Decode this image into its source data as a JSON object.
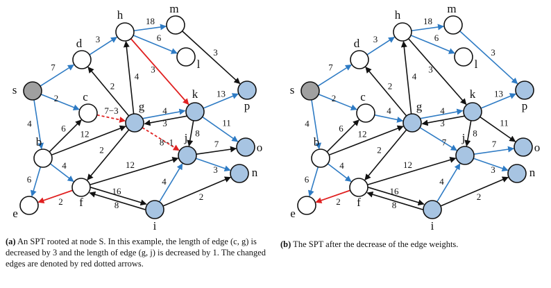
{
  "panel_a": {
    "caption_label": "(a)",
    "caption_text": " An SPT rooted at node S. In this example, the length of edge (c, g) is decreased by 3 and the length of edge (g, j) is decreased by 1. The changed edges are denoted by red dotted arrows."
  },
  "panel_b": {
    "caption_label": "(b)",
    "caption_text": " The SPT after the decrease of the edge weights."
  },
  "colors": {
    "blue_edge": "#2e7bc4",
    "black_edge": "#111111",
    "red_edge": "#e02020",
    "grey_node": "#a0a0a0",
    "blue_node": "#a7c4e2",
    "white_node": "#ffffff"
  },
  "nodes": {
    "s": "s",
    "d": "d",
    "h": "h",
    "m": "m",
    "l": "l",
    "c": "c",
    "g": "g",
    "k": "k",
    "p": "p",
    "b": "b",
    "j": "j",
    "o": "o",
    "f": "f",
    "e": "e",
    "i": "i",
    "n": "n"
  },
  "diagram_a": {
    "edges": [
      {
        "from": "s",
        "to": "d",
        "label": "7",
        "color": "blue",
        "style": "solid"
      },
      {
        "from": "s",
        "to": "c",
        "label": "2",
        "color": "blue",
        "style": "solid"
      },
      {
        "from": "s",
        "to": "b",
        "label": "4",
        "color": "blue",
        "style": "solid"
      },
      {
        "from": "d",
        "to": "h",
        "label": "3",
        "color": "blue",
        "style": "solid"
      },
      {
        "from": "h",
        "to": "m",
        "label": "18",
        "color": "blue",
        "style": "solid"
      },
      {
        "from": "h",
        "to": "l",
        "label": "6",
        "color": "blue",
        "style": "solid"
      },
      {
        "from": "h",
        "to": "k",
        "label": "3",
        "color": "red",
        "style": "solid"
      },
      {
        "from": "m",
        "to": "p",
        "label": "3",
        "color": "black",
        "style": "solid"
      },
      {
        "from": "g",
        "to": "d",
        "label": "2",
        "color": "black",
        "style": "solid"
      },
      {
        "from": "g",
        "to": "h",
        "label": "4",
        "color": "black",
        "style": "solid"
      },
      {
        "from": "c",
        "to": "g",
        "label": "7−3",
        "color": "red",
        "style": "dashed"
      },
      {
        "from": "g",
        "to": "k",
        "label": "4",
        "color": "blue",
        "style": "solid"
      },
      {
        "from": "k",
        "to": "g",
        "label": "3",
        "color": "black",
        "style": "solid"
      },
      {
        "from": "k",
        "to": "p",
        "label": "13",
        "color": "blue",
        "style": "solid"
      },
      {
        "from": "k",
        "to": "o",
        "label": "11",
        "color": "blue",
        "style": "solid"
      },
      {
        "from": "k",
        "to": "j",
        "label": "8",
        "color": "black",
        "style": "solid"
      },
      {
        "from": "g",
        "to": "j",
        "label": "8−1",
        "color": "red",
        "style": "dashed"
      },
      {
        "from": "g",
        "to": "f",
        "label": "2",
        "color": "black",
        "style": "solid"
      },
      {
        "from": "b",
        "to": "c",
        "label": "6",
        "color": "black",
        "style": "solid"
      },
      {
        "from": "b",
        "to": "g",
        "label": "12",
        "color": "black",
        "style": "solid"
      },
      {
        "from": "b",
        "to": "f",
        "label": "4",
        "color": "blue",
        "style": "solid"
      },
      {
        "from": "b",
        "to": "e",
        "label": "6",
        "color": "blue",
        "style": "solid"
      },
      {
        "from": "f",
        "to": "e",
        "label": "2",
        "color": "red",
        "style": "solid"
      },
      {
        "from": "f",
        "to": "j",
        "label": "12",
        "color": "black",
        "style": "solid"
      },
      {
        "from": "f",
        "to": "i",
        "label": "16",
        "color": "black",
        "style": "solid"
      },
      {
        "from": "i",
        "to": "f",
        "label": "8",
        "color": "black",
        "style": "solid"
      },
      {
        "from": "i",
        "to": "j",
        "label": "4",
        "color": "blue",
        "style": "solid"
      },
      {
        "from": "i",
        "to": "n",
        "label": "2",
        "color": "black",
        "style": "solid"
      },
      {
        "from": "j",
        "to": "o",
        "label": "7",
        "color": "black",
        "style": "solid"
      },
      {
        "from": "j",
        "to": "n",
        "label": "3",
        "color": "blue",
        "style": "solid"
      }
    ]
  },
  "diagram_b": {
    "edges": [
      {
        "from": "s",
        "to": "d",
        "label": "7",
        "color": "blue",
        "style": "solid"
      },
      {
        "from": "s",
        "to": "c",
        "label": "2",
        "color": "blue",
        "style": "solid"
      },
      {
        "from": "s",
        "to": "b",
        "label": "4",
        "color": "blue",
        "style": "solid"
      },
      {
        "from": "d",
        "to": "h",
        "label": "3",
        "color": "blue",
        "style": "solid"
      },
      {
        "from": "h",
        "to": "m",
        "label": "18",
        "color": "blue",
        "style": "solid"
      },
      {
        "from": "h",
        "to": "l",
        "label": "6",
        "color": "blue",
        "style": "solid"
      },
      {
        "from": "h",
        "to": "k",
        "label": "3",
        "color": "black",
        "style": "solid"
      },
      {
        "from": "m",
        "to": "p",
        "label": "3",
        "color": "blue",
        "style": "solid"
      },
      {
        "from": "g",
        "to": "d",
        "label": "2",
        "color": "black",
        "style": "solid"
      },
      {
        "from": "g",
        "to": "h",
        "label": "4",
        "color": "black",
        "style": "solid"
      },
      {
        "from": "c",
        "to": "g",
        "label": "4",
        "color": "blue",
        "style": "solid"
      },
      {
        "from": "g",
        "to": "k",
        "label": "4",
        "color": "blue",
        "style": "solid"
      },
      {
        "from": "k",
        "to": "g",
        "label": "3",
        "color": "black",
        "style": "solid"
      },
      {
        "from": "k",
        "to": "p",
        "label": "13",
        "color": "blue",
        "style": "solid"
      },
      {
        "from": "k",
        "to": "o",
        "label": "11",
        "color": "black",
        "style": "solid"
      },
      {
        "from": "k",
        "to": "j",
        "label": "8",
        "color": "black",
        "style": "solid"
      },
      {
        "from": "g",
        "to": "j",
        "label": "7",
        "color": "blue",
        "style": "solid"
      },
      {
        "from": "g",
        "to": "f",
        "label": "2",
        "color": "black",
        "style": "solid"
      },
      {
        "from": "b",
        "to": "c",
        "label": "6",
        "color": "black",
        "style": "solid"
      },
      {
        "from": "b",
        "to": "g",
        "label": "12",
        "color": "black",
        "style": "solid"
      },
      {
        "from": "b",
        "to": "f",
        "label": "4",
        "color": "blue",
        "style": "solid"
      },
      {
        "from": "b",
        "to": "e",
        "label": "6",
        "color": "blue",
        "style": "solid"
      },
      {
        "from": "f",
        "to": "e",
        "label": "2",
        "color": "red",
        "style": "solid"
      },
      {
        "from": "f",
        "to": "j",
        "label": "12",
        "color": "black",
        "style": "solid"
      },
      {
        "from": "f",
        "to": "i",
        "label": "16",
        "color": "black",
        "style": "solid"
      },
      {
        "from": "i",
        "to": "f",
        "label": "8",
        "color": "black",
        "style": "solid"
      },
      {
        "from": "i",
        "to": "j",
        "label": "4",
        "color": "blue",
        "style": "solid"
      },
      {
        "from": "i",
        "to": "n",
        "label": "2",
        "color": "black",
        "style": "solid"
      },
      {
        "from": "j",
        "to": "o",
        "label": "7",
        "color": "blue",
        "style": "solid"
      },
      {
        "from": "j",
        "to": "n",
        "label": "3",
        "color": "blue",
        "style": "solid"
      }
    ]
  }
}
